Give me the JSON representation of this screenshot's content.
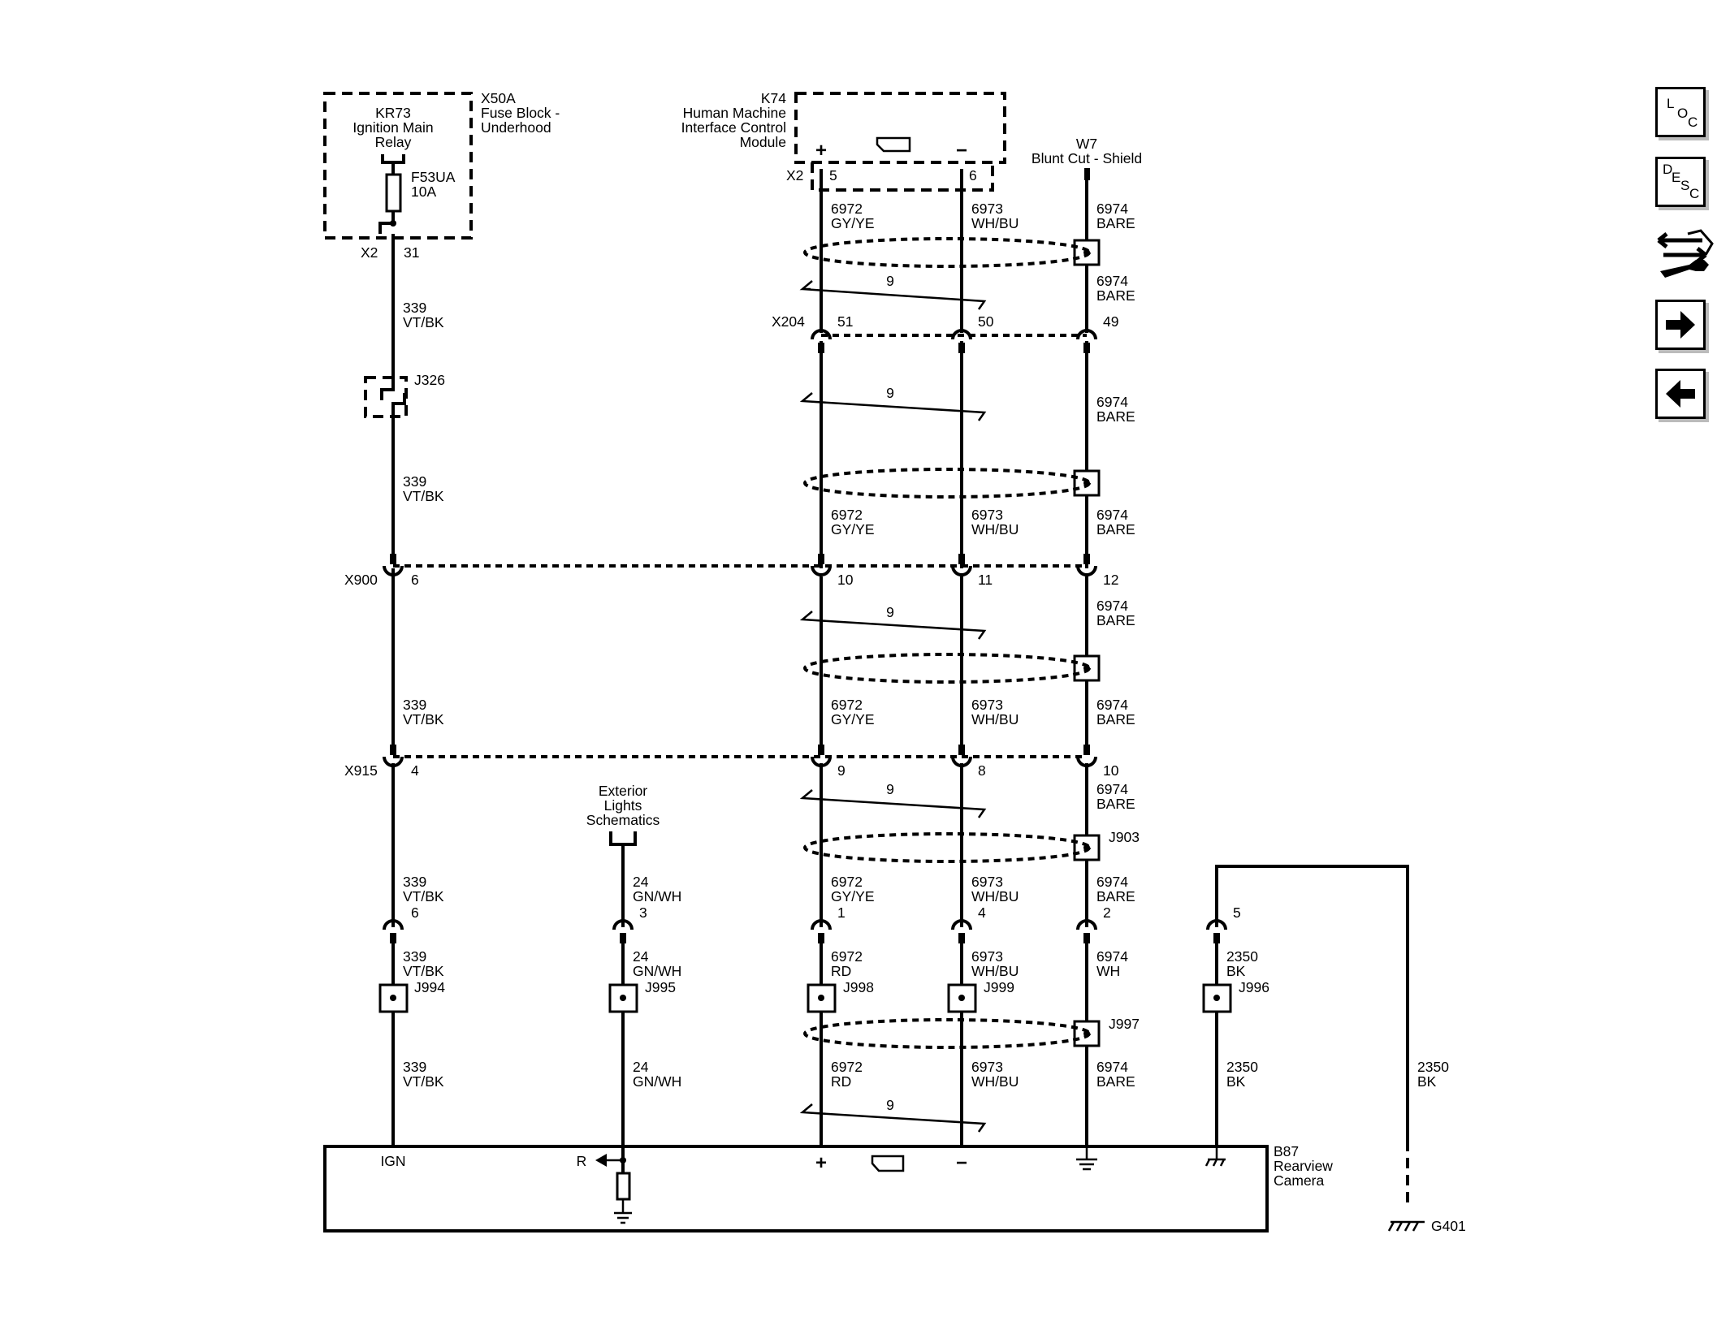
{
  "nav": {
    "loc": [
      "L",
      "O",
      "C"
    ],
    "desc": [
      "D",
      "E",
      "S",
      "C"
    ]
  },
  "components": {
    "kr73": "KR73",
    "kr73_l2": "Ignition Main",
    "kr73_l3": "Relay",
    "x50a": "X50A",
    "x50a_l2": "Fuse Block -",
    "x50a_l3": "Underhood",
    "fuse": "F53UA",
    "fuse_rating": "10A",
    "k74": "K74",
    "k74_l2": "Human Machine",
    "k74_l3": "Interface Control",
    "k74_l4": "Module",
    "w7": "W7",
    "w7_l2": "Blunt Cut - Shield",
    "ext": "Exterior",
    "ext_l2": "Lights",
    "ext_l3": "Schematics",
    "b87": "B87",
    "b87_l2": "Rearview",
    "b87_l3": "Camera",
    "g401": "G401"
  },
  "splices": {
    "j326": "J326",
    "j903": "J903",
    "j994": "J994",
    "j995": "J995",
    "j996": "J996",
    "j997": "J997",
    "j998": "J998",
    "j999": "J999"
  },
  "connectors": {
    "x2a": "X2",
    "x2a_pin": "31",
    "x2b": "X2",
    "x2b_pin_a": "5",
    "x2b_pin_b": "6",
    "x204": "X204",
    "x204_pins": [
      "51",
      "50",
      "49"
    ],
    "x900": "X900",
    "x900_pins": [
      "6",
      "10",
      "11",
      "12"
    ],
    "x915": "X915",
    "x915_pins": [
      "4",
      "9",
      "8",
      "10"
    ],
    "b87_pins": [
      "6",
      "3",
      "1",
      "4",
      "2",
      "5"
    ]
  },
  "wires": {
    "c339": "339",
    "vtbk": "VT/BK",
    "c24": "24",
    "gnwh": "GN/WH",
    "c6972": "6972",
    "gyye": "GY/YE",
    "rd": "RD",
    "c6973": "6973",
    "whbu": "WH/BU",
    "c6974": "6974",
    "bare": "BARE",
    "wh": "WH",
    "c2350": "2350",
    "bk": "BK",
    "twist": "9"
  },
  "pin_labels": {
    "ign": "IGN",
    "r": "R",
    "plus": "+",
    "minus": "−",
    "k74_plus": "+",
    "k74_minus": "−"
  }
}
